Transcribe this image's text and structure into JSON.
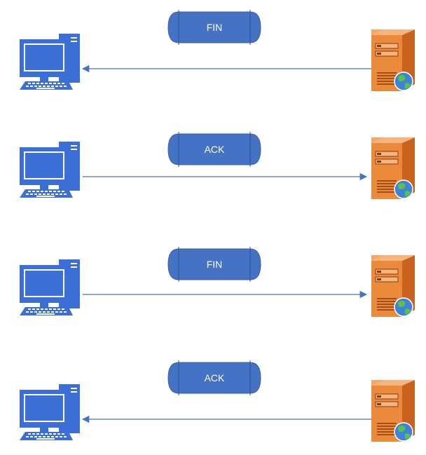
{
  "colors": {
    "accent": "#4472c4",
    "pill": "#4472c4",
    "client_icon": "#3b6fd6",
    "server_body": "#ec8a3c",
    "server_dark": "#c9621e"
  },
  "icons": {
    "client": "desktop-computer-icon",
    "server": "web-server-icon"
  },
  "steps": [
    {
      "label": "FIN",
      "direction": "server-to-client"
    },
    {
      "label": "ACK",
      "direction": "client-to-server"
    },
    {
      "label": "FIN",
      "direction": "client-to-server"
    },
    {
      "label": "ACK",
      "direction": "server-to-client"
    }
  ]
}
